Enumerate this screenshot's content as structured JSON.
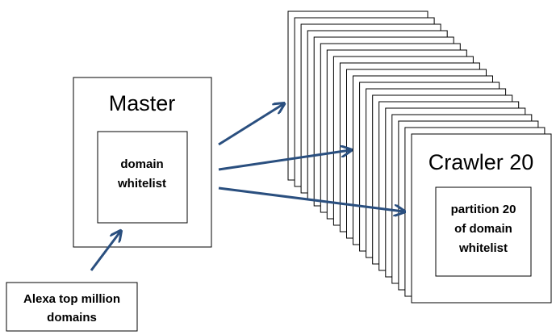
{
  "master": {
    "title": "Master",
    "inner_lines": [
      "domain",
      "whitelist"
    ]
  },
  "crawler": {
    "title": "Crawler 20",
    "stack_count": 20,
    "inner_lines": [
      "partition 20",
      "of domain",
      "whitelist"
    ]
  },
  "source": {
    "lines": [
      "Alexa top million",
      "domains"
    ]
  },
  "colors": {
    "arrow": "#2a4f7f",
    "border": "#000000"
  }
}
